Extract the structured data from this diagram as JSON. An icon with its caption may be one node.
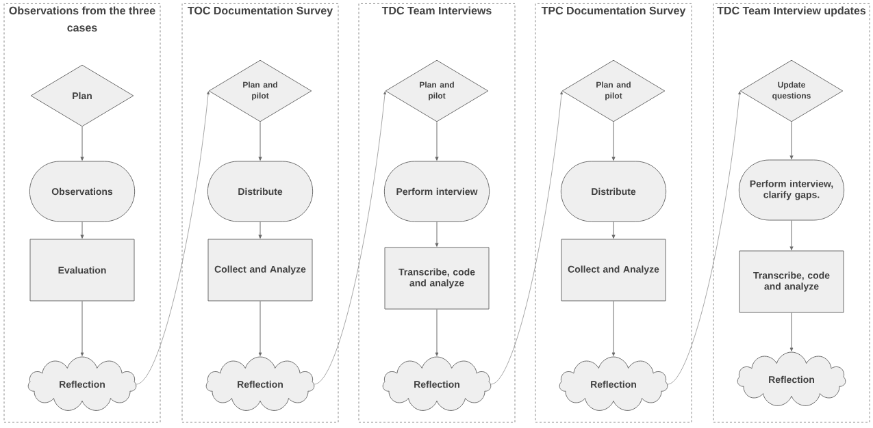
{
  "diagram": {
    "nodes": [
      {
        "text": [
          "Observations from the three cases"
        ]
      },
      {
        "text": [
          "Plan"
        ],
        "in": 0
      },
      {
        "text": [
          "Observations"
        ],
        "in": 0
      },
      {
        "text": [
          "Evaluation"
        ],
        "in": 0
      },
      {
        "text": [
          "Reflection"
        ],
        "in": 0
      },
      {
        "text": [
          "TOC Documentation Survey"
        ]
      },
      {
        "text": [
          "Plan and pilot"
        ],
        "in": 5
      },
      {
        "text": [
          "Distribute"
        ],
        "in": 5
      },
      {
        "text": [
          "Collect and Analyze"
        ],
        "in": 5
      },
      {
        "text": [
          "Reflection"
        ],
        "in": 5
      },
      {
        "text": [
          "TDC Team Interviews"
        ]
      },
      {
        "text": [
          "Plan and pilot"
        ],
        "in": 10
      },
      {
        "text": [
          "Perform interview"
        ],
        "in": 10
      },
      {
        "text": [
          "Transcribe, code and analyze"
        ],
        "in": 10
      },
      {
        "text": [
          "Reflection"
        ],
        "in": 10
      },
      {
        "text": [
          "TPC Documentation Survey"
        ]
      },
      {
        "text": [
          "Plan and pilot"
        ],
        "in": 15
      },
      {
        "text": [
          "Distribute"
        ],
        "in": 15
      },
      {
        "text": [
          "Collect and Analyze"
        ],
        "in": 15
      },
      {
        "text": [
          "Reflection"
        ],
        "in": 15
      },
      {
        "text": [
          "TDC Team Interview updates"
        ]
      },
      {
        "text": [
          "Update questions"
        ],
        "in": 20
      },
      {
        "text": [
          "Perform interview, clarify gaps."
        ],
        "in": 20
      },
      {
        "text": [
          "Transcribe, code and analyze"
        ],
        "in": 20
      },
      {
        "text": [
          "Reflection"
        ],
        "in": 20
      }
    ],
    "edges": [
      {
        "from": 1,
        "to": 2,
        "arrow": "to"
      },
      {
        "from": 2,
        "to": 3,
        "arrow": "to"
      },
      {
        "from": 3,
        "to": 4,
        "arrow": "to"
      },
      {
        "from": 4,
        "to": 6,
        "arrow": "to"
      },
      {
        "from": 6,
        "to": 7,
        "arrow": "to"
      },
      {
        "from": 7,
        "to": 8,
        "arrow": "to"
      },
      {
        "from": 8,
        "to": 9,
        "arrow": "to"
      },
      {
        "from": 9,
        "to": 11,
        "arrow": "to"
      },
      {
        "from": 11,
        "to": 12,
        "arrow": "to"
      },
      {
        "from": 12,
        "to": 13,
        "arrow": "to"
      },
      {
        "from": 13,
        "to": 14,
        "arrow": "to"
      },
      {
        "from": 14,
        "to": 16,
        "arrow": "to"
      },
      {
        "from": 16,
        "to": 17,
        "arrow": "to"
      },
      {
        "from": 17,
        "to": 18,
        "arrow": "to"
      },
      {
        "from": 18,
        "to": 19,
        "arrow": "to"
      },
      {
        "from": 19,
        "to": 21,
        "arrow": "to"
      },
      {
        "from": 21,
        "to": 22,
        "arrow": "to"
      },
      {
        "from": 22,
        "to": 23,
        "arrow": "to"
      },
      {
        "from": 23,
        "to": 24,
        "arrow": "to"
      }
    ]
  }
}
